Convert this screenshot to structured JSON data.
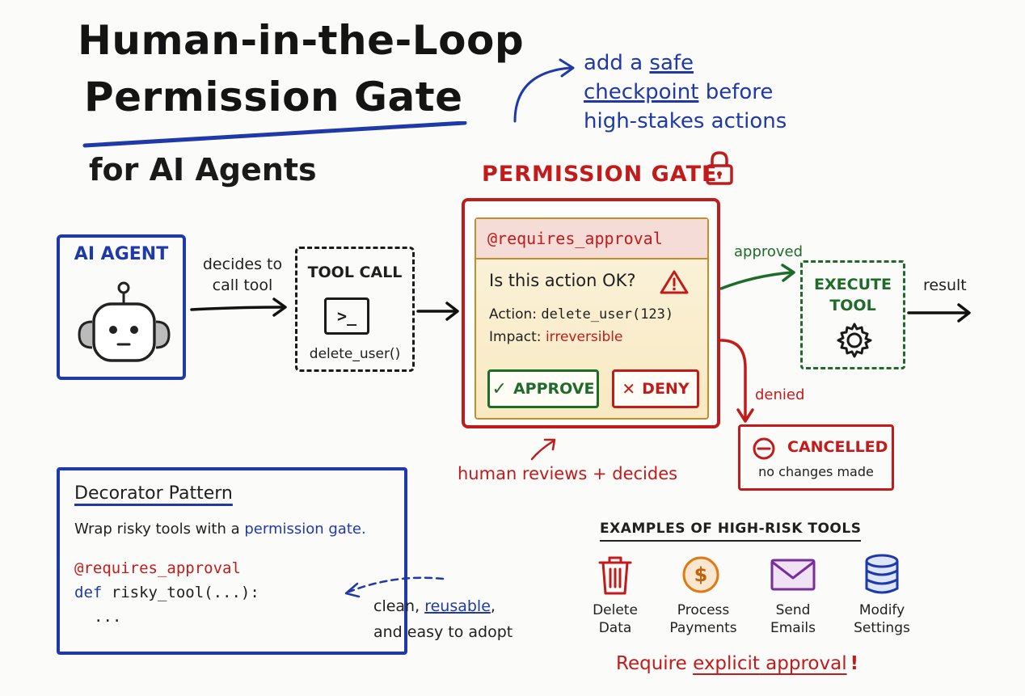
{
  "title": {
    "line1": "Human-in-the-Loop",
    "line2": "Permission Gate",
    "subtitle": "for AI Agents"
  },
  "note": {
    "line1_a": "add a ",
    "line1_b": "safe",
    "line2_a": "checkpoint",
    "line2_b": " before",
    "line3": "high-stakes actions"
  },
  "agent": {
    "label": "AI AGENT"
  },
  "arrow1": {
    "line1": "decides to",
    "line2": "call tool"
  },
  "tool_call": {
    "label": "TOOL CALL",
    "glyph": ">_",
    "fn": "delete_user()"
  },
  "gate": {
    "title": "PERMISSION GATE",
    "decorator": "@requires_approval",
    "question": "Is this action OK?",
    "action_label": "Action:",
    "action_value": "delete_user(123)",
    "impact_label": "Impact:",
    "impact_value": "irreversible",
    "approve": "APPROVE",
    "deny": "DENY",
    "caption": "human reviews + decides"
  },
  "approved_label": "approved",
  "denied_label": "denied",
  "execute": {
    "line1": "EXECUTE",
    "line2": "TOOL"
  },
  "result_label": "result",
  "cancelled": {
    "title": "CANCELLED",
    "sub": "no changes made"
  },
  "decorator_box": {
    "heading": "Decorator Pattern",
    "desc_a": "Wrap risky tools with a ",
    "desc_b": "permission gate.",
    "code1": "@requires_approval",
    "code2": "def risky_tool(...):",
    "code3": "...",
    "note_line1_a": "clean, ",
    "note_line1_b": "reusable",
    "note_line1_c": ",",
    "note_line2": "and easy to adopt"
  },
  "examples": {
    "heading": "EXAMPLES OF HIGH-RISK TOOLS",
    "items": [
      {
        "l1": "Delete",
        "l2": "Data",
        "icon": "trash-icon"
      },
      {
        "l1": "Process",
        "l2": "Payments",
        "icon": "dollar-icon"
      },
      {
        "l1": "Send",
        "l2": "Emails",
        "icon": "envelope-icon"
      },
      {
        "l1": "Modify",
        "l2": "Settings",
        "icon": "database-icon"
      }
    ],
    "footer_a": "Require ",
    "footer_b": "explicit",
    "footer_c": " approval",
    "footer_d": "!"
  },
  "colors": {
    "blue": "#1f3aa8",
    "red": "#c21b1b",
    "green": "#1e6b2a",
    "ink": "#1f1f1f"
  }
}
